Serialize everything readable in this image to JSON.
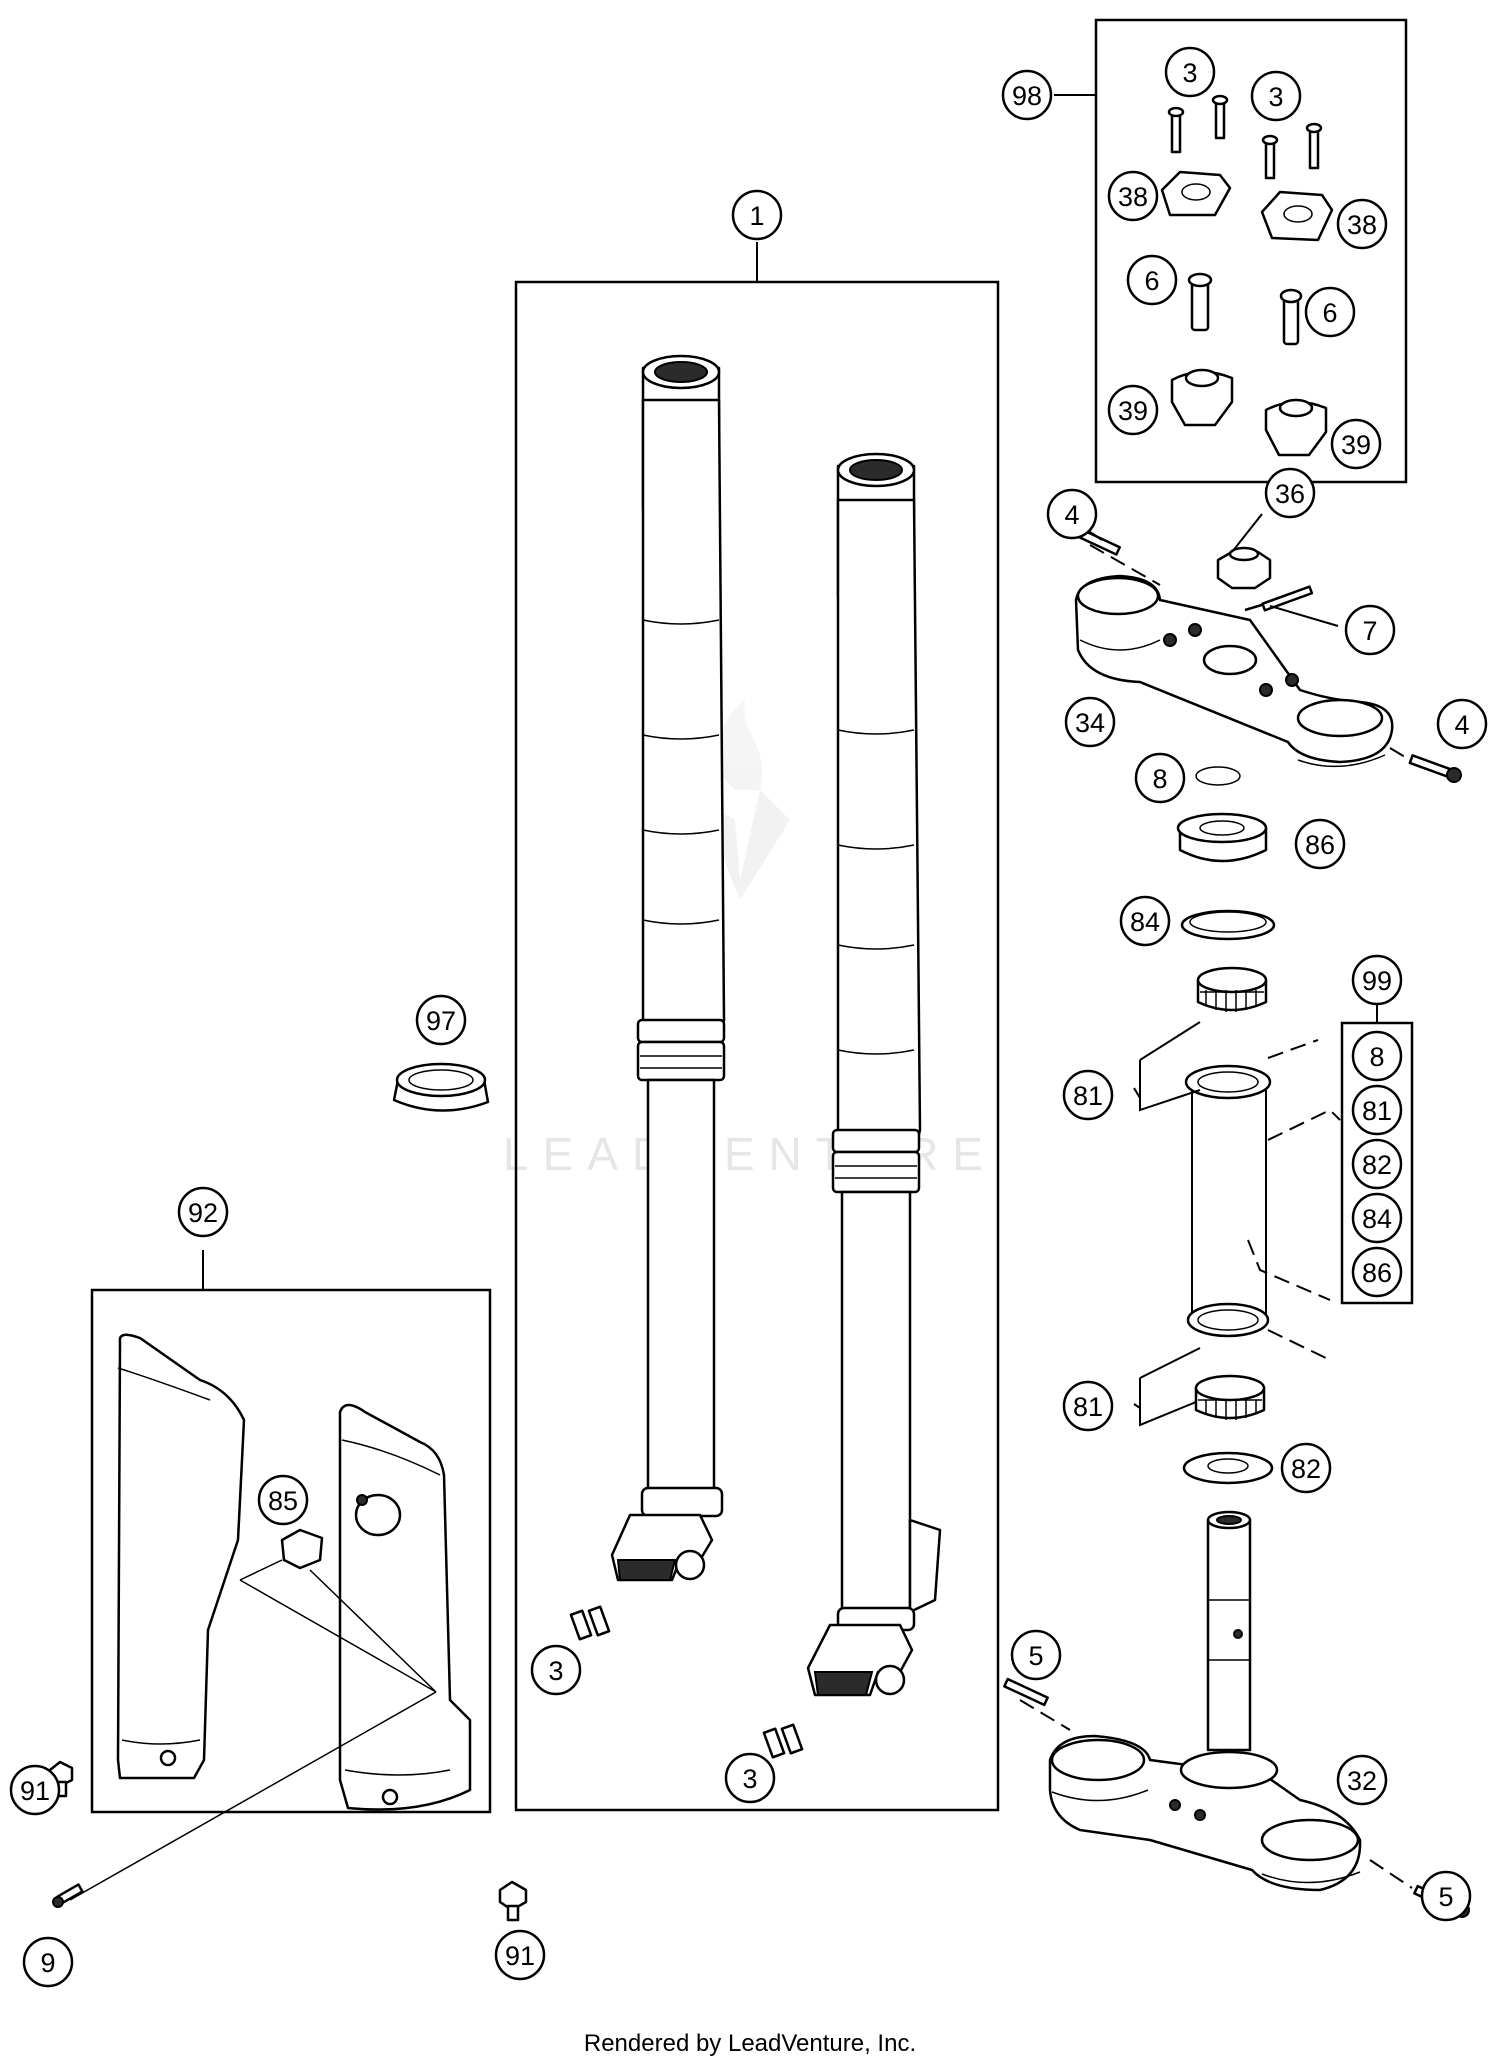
{
  "callouts": [
    {
      "id": "c1",
      "label": "1"
    },
    {
      "id": "c98",
      "label": "98"
    },
    {
      "id": "c3a",
      "label": "3"
    },
    {
      "id": "c3b",
      "label": "3"
    },
    {
      "id": "c38a",
      "label": "38"
    },
    {
      "id": "c38b",
      "label": "38"
    },
    {
      "id": "c6a",
      "label": "6"
    },
    {
      "id": "c6b",
      "label": "6"
    },
    {
      "id": "c39a",
      "label": "39"
    },
    {
      "id": "c39b",
      "label": "39"
    },
    {
      "id": "c4a",
      "label": "4"
    },
    {
      "id": "c36",
      "label": "36"
    },
    {
      "id": "c7",
      "label": "7"
    },
    {
      "id": "c34",
      "label": "34"
    },
    {
      "id": "c4b",
      "label": "4"
    },
    {
      "id": "c8",
      "label": "8"
    },
    {
      "id": "c86",
      "label": "86"
    },
    {
      "id": "c84",
      "label": "84"
    },
    {
      "id": "c99",
      "label": "99"
    },
    {
      "id": "c81a",
      "label": "81"
    },
    {
      "id": "c81b",
      "label": "81"
    },
    {
      "id": "c82",
      "label": "82"
    },
    {
      "id": "c97",
      "label": "97"
    },
    {
      "id": "c92",
      "label": "92"
    },
    {
      "id": "c85",
      "label": "85"
    },
    {
      "id": "c3c",
      "label": "3"
    },
    {
      "id": "c3d",
      "label": "3"
    },
    {
      "id": "c5a",
      "label": "5"
    },
    {
      "id": "c32",
      "label": "32"
    },
    {
      "id": "c5b",
      "label": "5"
    },
    {
      "id": "c91a",
      "label": "91"
    },
    {
      "id": "c9",
      "label": "9"
    },
    {
      "id": "c91b",
      "label": "91"
    }
  ],
  "kit_99_items": [
    "8",
    "81",
    "82",
    "84",
    "86"
  ],
  "watermark": "LEADVENTURE",
  "footer": "Rendered by LeadVenture, Inc."
}
